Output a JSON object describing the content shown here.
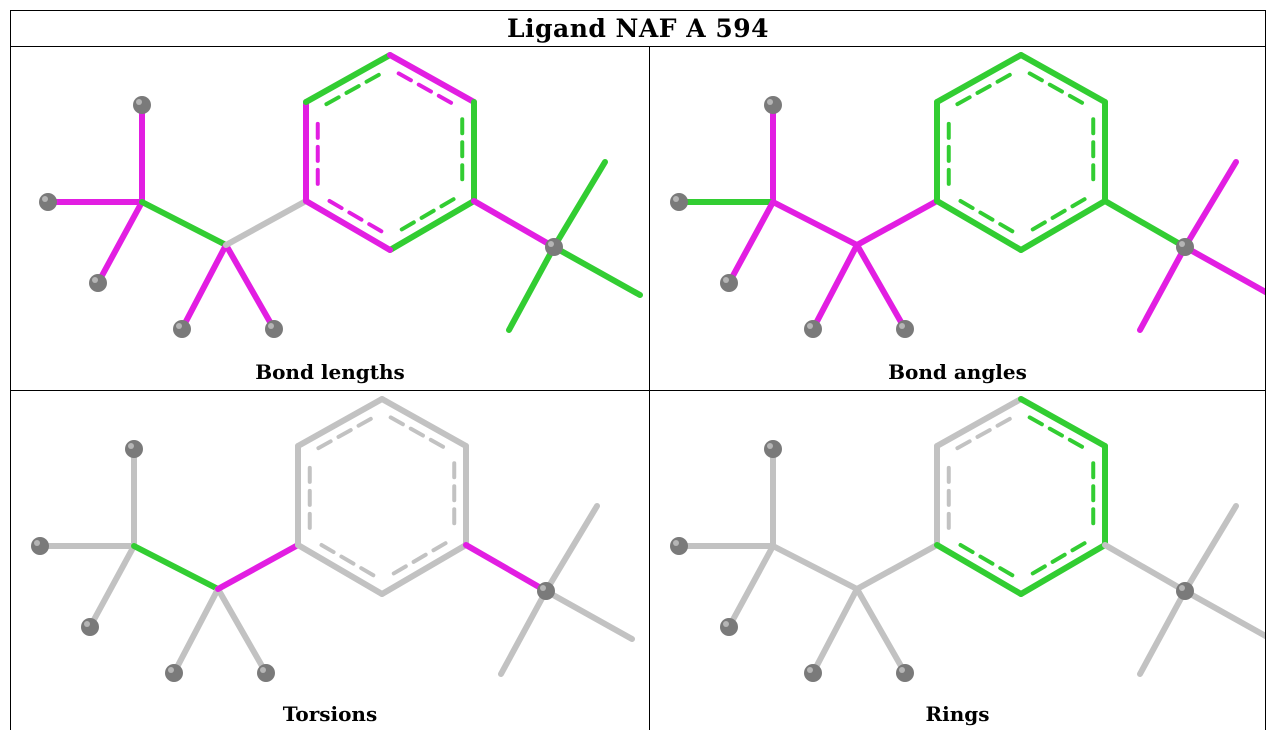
{
  "title": "Ligand NAF A 594",
  "colors": {
    "outlier": "#e21ee2",
    "ok": "#32cd32",
    "neutral": "#c2c2c2",
    "atom": "#7a7a7a"
  },
  "panels": [
    {
      "caption": "Bond lengths",
      "colors": [
        "m",
        "m",
        "m",
        "m",
        "g",
        "n",
        "m",
        "g",
        "m",
        "g",
        "g",
        "m",
        "m",
        "g",
        "g",
        "g"
      ]
    },
    {
      "caption": "Bond angles",
      "colors": [
        "m",
        "g",
        "m",
        "m",
        "m",
        "m",
        "g",
        "g",
        "g",
        "g",
        "g",
        "g",
        "g",
        "m",
        "m",
        "m"
      ]
    },
    {
      "caption": "Torsions",
      "colors": [
        "n",
        "n",
        "n",
        "n",
        "g",
        "m",
        "n",
        "n",
        "n",
        "n",
        "n",
        "n",
        "m",
        "n",
        "n",
        "n"
      ]
    },
    {
      "caption": "Rings",
      "colors": [
        "n",
        "n",
        "n",
        "n",
        "n",
        "n",
        "n",
        "n",
        "g",
        "g",
        "g",
        "g",
        "n",
        "n",
        "n",
        "n"
      ]
    }
  ]
}
